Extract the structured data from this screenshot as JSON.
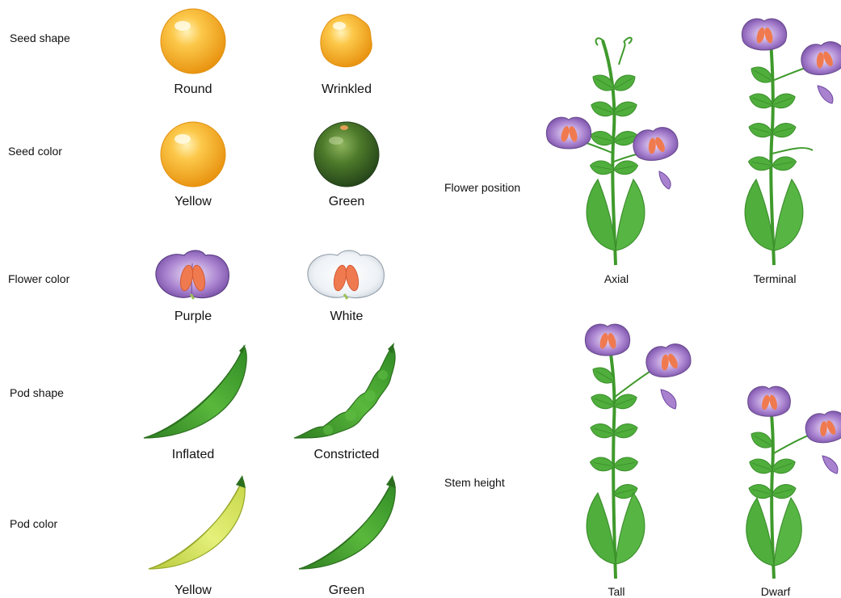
{
  "traits": [
    {
      "name": "Seed shape",
      "options": [
        "Round",
        "Wrinkled"
      ]
    },
    {
      "name": "Seed color",
      "options": [
        "Yellow",
        "Green"
      ]
    },
    {
      "name": "Flower color",
      "options": [
        "Purple",
        "White"
      ]
    },
    {
      "name": "Pod shape",
      "options": [
        "Inflated",
        "Constricted"
      ]
    },
    {
      "name": "Pod color",
      "options": [
        "Yellow",
        "Green"
      ]
    },
    {
      "name": "Flower position",
      "options": [
        "Axial",
        "Terminal"
      ]
    },
    {
      "name": "Stem height",
      "options": [
        "Tall",
        "Dwarf"
      ]
    }
  ],
  "colors": {
    "seed_yellow": "#f9b534",
    "seed_green": "#3f6b22",
    "flower_purple": "#8e63b8",
    "flower_white": "#f4f6f8",
    "stamen": "#f07a4f",
    "pod_green": "#4aa533",
    "pod_yellow": "#d8e65b",
    "leaf_green": "#4fae3c"
  }
}
